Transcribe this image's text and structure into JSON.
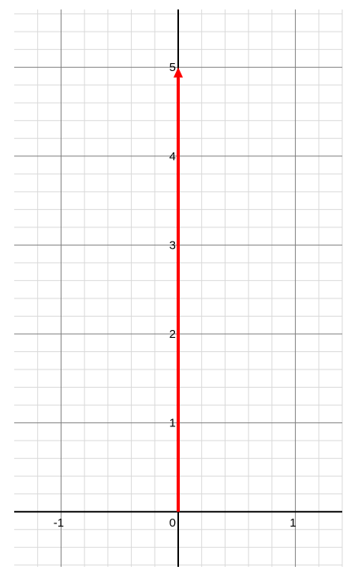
{
  "chart_data": {
    "type": "line",
    "title": "",
    "xlabel": "",
    "ylabel": "",
    "xlim": [
      -1.4,
      1.4
    ],
    "ylim": [
      -0.62,
      5.65
    ],
    "grid": true,
    "minor_grid_step": 0.2,
    "x_ticks": [
      {
        "value": -1,
        "label": "-1"
      },
      {
        "value": 0,
        "label": "0"
      },
      {
        "value": 1,
        "label": "1"
      }
    ],
    "y_ticks": [
      {
        "value": 1,
        "label": "1"
      },
      {
        "value": 2,
        "label": "2"
      },
      {
        "value": 3,
        "label": "3"
      },
      {
        "value": 4,
        "label": "4"
      },
      {
        "value": 5,
        "label": "5"
      }
    ],
    "series": [
      {
        "type": "vector",
        "x": [
          0,
          0
        ],
        "y": [
          0,
          5
        ],
        "color": "#ff0000"
      }
    ]
  }
}
